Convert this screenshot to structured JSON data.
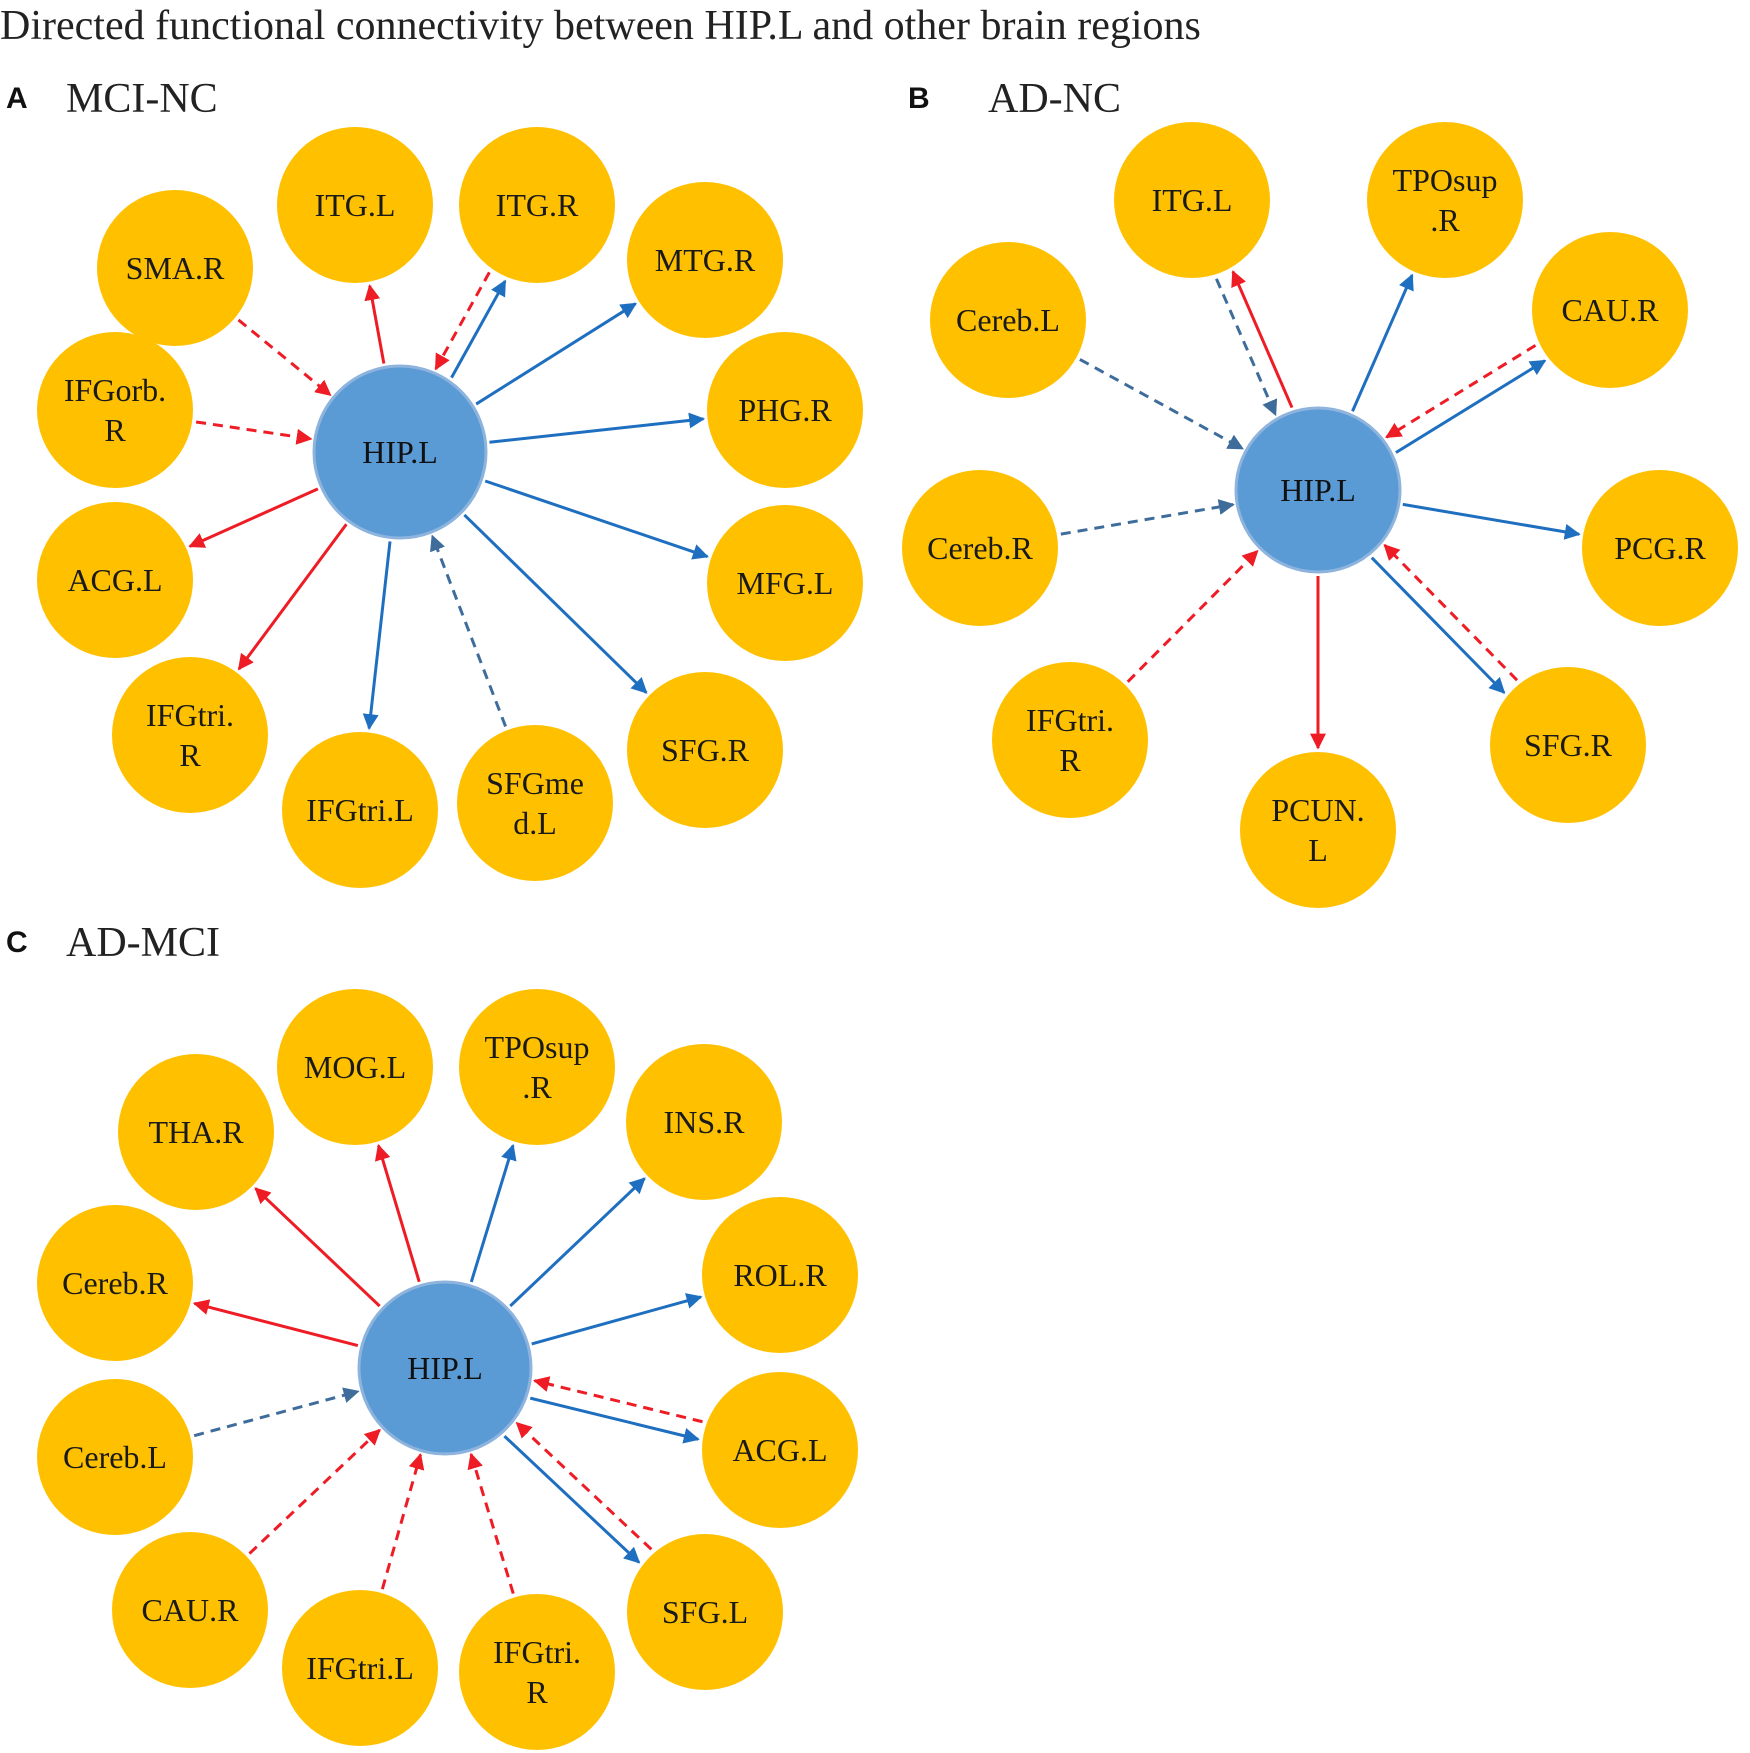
{
  "title": "Directed functional connectivity  between HIP.L and other brain regions",
  "colors": {
    "region_fill": "#FFC000",
    "hub_fill": "#5B9BD5",
    "hub_stroke": "#8EB4DE",
    "red": "#EE1C25",
    "blue": "#1F6FC0",
    "blue_dashed": "#3E6C9B"
  },
  "panels": [
    {
      "letter": "A",
      "name": "MCI-NC",
      "hub": "HIP.L",
      "nodes": [
        {
          "id": "sma-r",
          "label": [
            "SMA.R"
          ],
          "direction": "to_hub",
          "color": "red",
          "dashed": true
        },
        {
          "id": "itg-l",
          "label": [
            "ITG.L"
          ],
          "direction": "from_hub",
          "color": "red",
          "dashed": false
        },
        {
          "id": "itg-r",
          "label": [
            "ITG.R"
          ],
          "direction": "both",
          "color": "blue",
          "dashed": false,
          "color2": "red",
          "dashed2": true
        },
        {
          "id": "mtg-r",
          "label": [
            "MTG.R"
          ],
          "direction": "from_hub",
          "color": "blue",
          "dashed": false
        },
        {
          "id": "phg-r",
          "label": [
            "PHG.R"
          ],
          "direction": "from_hub",
          "color": "blue",
          "dashed": false
        },
        {
          "id": "mfg-l",
          "label": [
            "MFG.L"
          ],
          "direction": "from_hub",
          "color": "blue",
          "dashed": false
        },
        {
          "id": "sfg-r",
          "label": [
            "SFG.R"
          ],
          "direction": "from_hub",
          "color": "blue",
          "dashed": false
        },
        {
          "id": "sfgmed-l",
          "label": [
            "SFGme",
            "d.L"
          ],
          "direction": "to_hub",
          "color": "blue",
          "dashed": true
        },
        {
          "id": "ifgtri-l",
          "label": [
            "IFGtri.L"
          ],
          "direction": "from_hub",
          "color": "blue",
          "dashed": false
        },
        {
          "id": "ifgtri-r",
          "label": [
            "IFGtri.",
            "R"
          ],
          "direction": "from_hub",
          "color": "red",
          "dashed": false
        },
        {
          "id": "acg-l",
          "label": [
            "ACG.L"
          ],
          "direction": "from_hub",
          "color": "red",
          "dashed": false
        },
        {
          "id": "ifgorb-r",
          "label": [
            "IFGorb.",
            "R"
          ],
          "direction": "to_hub",
          "color": "red",
          "dashed": true
        }
      ]
    },
    {
      "letter": "B",
      "name": "AD-NC",
      "hub": "HIP.L",
      "nodes": [
        {
          "id": "itg-l",
          "label": [
            "ITG.L"
          ],
          "direction": "both",
          "color": "red",
          "dashed": false,
          "color2": "blue",
          "dashed2": true
        },
        {
          "id": "tposup-r",
          "label": [
            "TPOsup",
            ".R"
          ],
          "direction": "from_hub",
          "color": "blue",
          "dashed": false
        },
        {
          "id": "cau-r",
          "label": [
            "CAU.R"
          ],
          "direction": "both",
          "color": "blue",
          "dashed": false,
          "color2": "red",
          "dashed2": true
        },
        {
          "id": "pcg-r",
          "label": [
            "PCG.R"
          ],
          "direction": "from_hub",
          "color": "blue",
          "dashed": false
        },
        {
          "id": "sfg-r",
          "label": [
            "SFG.R"
          ],
          "direction": "both",
          "color": "blue",
          "dashed": false,
          "color2": "red",
          "dashed2": true
        },
        {
          "id": "pcun-l",
          "label": [
            "PCUN.",
            "L"
          ],
          "direction": "from_hub",
          "color": "red",
          "dashed": false
        },
        {
          "id": "ifgtri-r",
          "label": [
            "IFGtri.",
            "R"
          ],
          "direction": "to_hub",
          "color": "red",
          "dashed": true
        },
        {
          "id": "cereb-r",
          "label": [
            "Cereb.R"
          ],
          "direction": "to_hub",
          "color": "blue",
          "dashed": true
        },
        {
          "id": "cereb-l",
          "label": [
            "Cereb.L"
          ],
          "direction": "to_hub",
          "color": "blue",
          "dashed": true
        }
      ]
    },
    {
      "letter": "C",
      "name": "AD-MCI",
      "hub": "HIP.L",
      "nodes": [
        {
          "id": "tha-r",
          "label": [
            "THA.R"
          ],
          "direction": "from_hub",
          "color": "red",
          "dashed": false
        },
        {
          "id": "mog-l",
          "label": [
            "MOG.L"
          ],
          "direction": "from_hub",
          "color": "red",
          "dashed": false
        },
        {
          "id": "tposup-r",
          "label": [
            "TPOsup",
            ".R"
          ],
          "direction": "from_hub",
          "color": "blue",
          "dashed": false
        },
        {
          "id": "ins-r",
          "label": [
            "INS.R"
          ],
          "direction": "from_hub",
          "color": "blue",
          "dashed": false
        },
        {
          "id": "rol-r",
          "label": [
            "ROL.R"
          ],
          "direction": "from_hub",
          "color": "blue",
          "dashed": false
        },
        {
          "id": "acg-l",
          "label": [
            "ACG.L"
          ],
          "direction": "both",
          "color": "blue",
          "dashed": false,
          "color2": "red",
          "dashed2": true
        },
        {
          "id": "sfg-l",
          "label": [
            "SFG.L"
          ],
          "direction": "both",
          "color": "blue",
          "dashed": false,
          "color2": "red",
          "dashed2": true
        },
        {
          "id": "ifgtri-r",
          "label": [
            "IFGtri.",
            "R"
          ],
          "direction": "to_hub",
          "color": "red",
          "dashed": true
        },
        {
          "id": "ifgtri-l",
          "label": [
            "IFGtri.L"
          ],
          "direction": "to_hub",
          "color": "red",
          "dashed": true
        },
        {
          "id": "cau-r",
          "label": [
            "CAU.R"
          ],
          "direction": "to_hub",
          "color": "red",
          "dashed": true
        },
        {
          "id": "cereb-l",
          "label": [
            "Cereb.L"
          ],
          "direction": "to_hub",
          "color": "blue",
          "dashed": true
        },
        {
          "id": "cereb-r",
          "label": [
            "Cereb.R"
          ],
          "direction": "from_hub",
          "color": "red",
          "dashed": false
        }
      ]
    }
  ]
}
